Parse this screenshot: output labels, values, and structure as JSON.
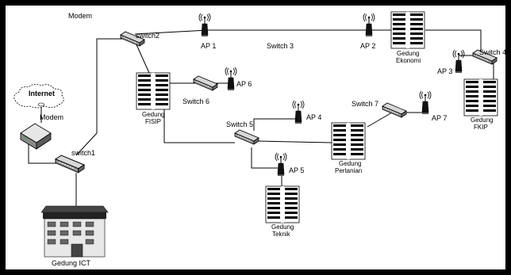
{
  "labels": {
    "modem_top": "Modem",
    "internet": "Internet",
    "modem": "Modem",
    "switch1": "switch1",
    "switch2": "switch2",
    "switch3": "Switch 3",
    "switch4": "Switch 4",
    "switch5": "Switch 5",
    "switch6": "Switch 6",
    "switch7": "Switch 7",
    "ap1": "AP 1",
    "ap2": "AP 2",
    "ap3": "AP 3",
    "ap4": "AP 4",
    "ap5": "AP 5",
    "ap6": "AP 6",
    "ap7": "AP 7",
    "gedung_ict": "Gedung ICT",
    "ekonomi_1": "Gedung",
    "ekonomi_2": "Ekonomi",
    "fisip_1": "Gedung",
    "fisip_2": "FISIP",
    "fkip_1": "Gedung",
    "fkip_2": "FKIP",
    "pertanian_1": "Gedung",
    "pertanian_2": "Pertanian",
    "teknik_1": "Gedung",
    "teknik_2": "Teknik"
  },
  "colors": {
    "border": "#000000",
    "switch_fill": "#9a9a9a",
    "building_stripe": "#000000"
  }
}
